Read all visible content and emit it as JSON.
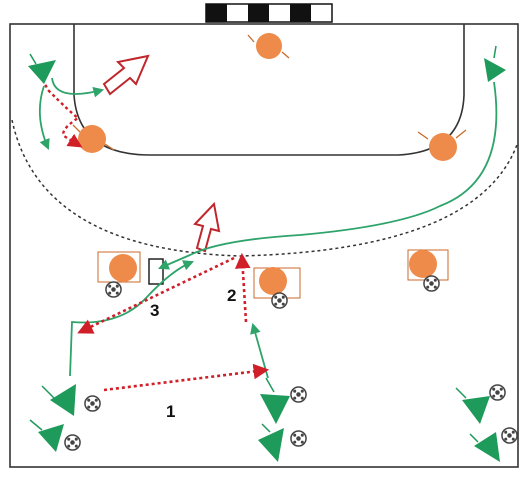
{
  "colors": {
    "court_line": "#333333",
    "attacker": "#1e9a5a",
    "defender": "#ee8a4a",
    "pass_arrow": "#d11f2a",
    "run_arrow": "#2ea36a",
    "move_arrow": "#c0272d",
    "ball": "#444444",
    "goal_dark": "#111111",
    "goal_light": "#ffffff"
  },
  "icons": {
    "attacker": "triangle-player-icon",
    "defender": "circle-player-icon",
    "ball": "ball-icon",
    "move": "hollow-arrow-icon",
    "cone": "cone-marker-icon"
  },
  "steps": {
    "step1": "1",
    "step2": "2",
    "step3": "3"
  }
}
